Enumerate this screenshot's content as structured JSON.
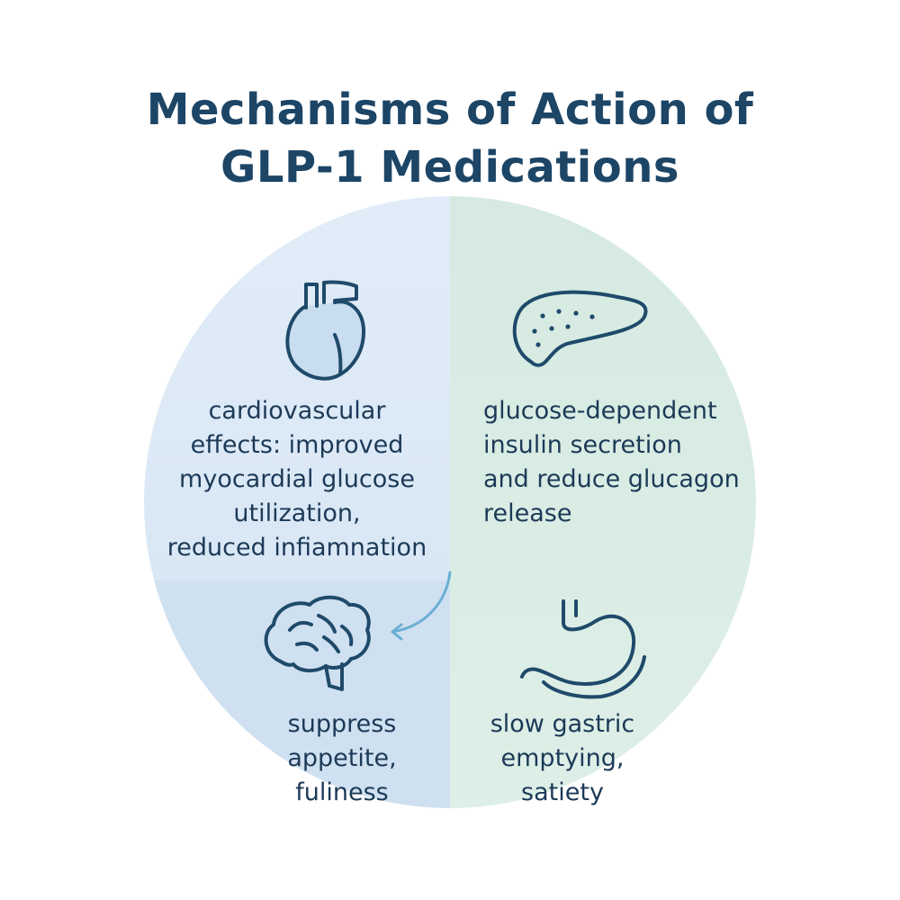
{
  "title": {
    "line1": "Mechanisms of Action of",
    "line2": "GLP-1 Medications"
  },
  "colors": {
    "title": "#1c4566",
    "text": "#1c3a57",
    "icon_stroke": "#1f4a6a",
    "left_top": "#dde9f7",
    "left_bottom": "#cfe0f1",
    "right_top": "#d7ebe3",
    "right_bottom": "#dceee6",
    "arrow": "#6aaed4"
  },
  "quadrants": {
    "top_left": {
      "icon": "heart-icon",
      "lines": [
        "cardiovascular",
        "effects: improved",
        "myocardial glucose",
        "utilization,",
        "reduced infiamnation"
      ]
    },
    "top_right": {
      "icon": "pancreas-icon",
      "lines": [
        "glucose-dependent",
        "insulin secretion",
        "and reduce glucagon",
        "release"
      ]
    },
    "bottom_left": {
      "icon": "brain-icon",
      "lines": [
        "suppress",
        "appetite,",
        "fuliness"
      ]
    },
    "bottom_right": {
      "icon": "stomach-icon",
      "lines": [
        "slow gastric",
        "emptying,",
        "satiety"
      ]
    }
  }
}
